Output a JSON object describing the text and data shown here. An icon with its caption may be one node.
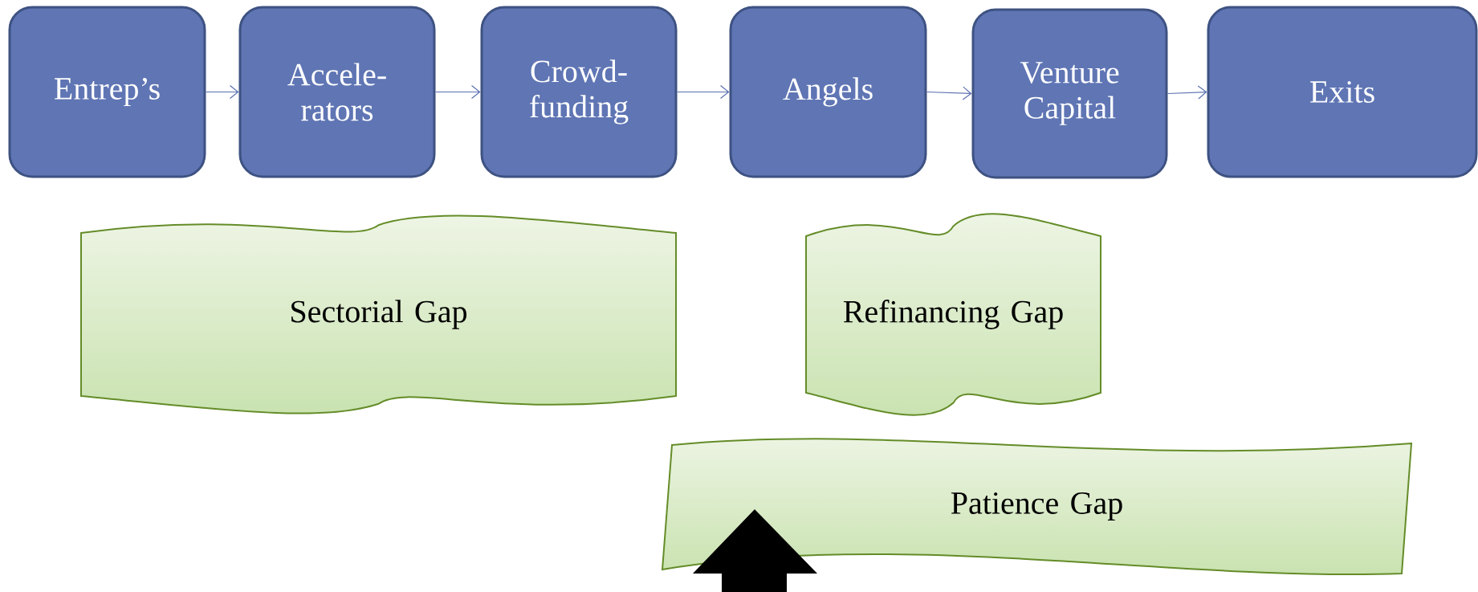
{
  "diagram": {
    "nodes": [
      {
        "text": [
          "Entrep’s"
        ]
      },
      {
        "text": [
          "Accele- rators"
        ]
      },
      {
        "text": [
          "Crowd- funding"
        ]
      },
      {
        "text": [
          "Angels"
        ]
      },
      {
        "text": [
          "Venture Capital"
        ]
      },
      {
        "text": [
          "Exits"
        ]
      },
      {
        "text": [
          "Sectorial Gap"
        ]
      },
      {
        "text": [
          "Refinancing Gap"
        ]
      },
      {
        "text": [
          "Patience Gap"
        ]
      }
    ],
    "edges": [
      {
        "from": 0,
        "to": 1,
        "arrow": "to"
      },
      {
        "from": 1,
        "to": 2,
        "arrow": "to"
      },
      {
        "from": 2,
        "to": 3,
        "arrow": "to"
      },
      {
        "from": 3,
        "to": 4,
        "arrow": "to"
      },
      {
        "from": 4,
        "to": 5,
        "arrow": "to"
      }
    ]
  }
}
